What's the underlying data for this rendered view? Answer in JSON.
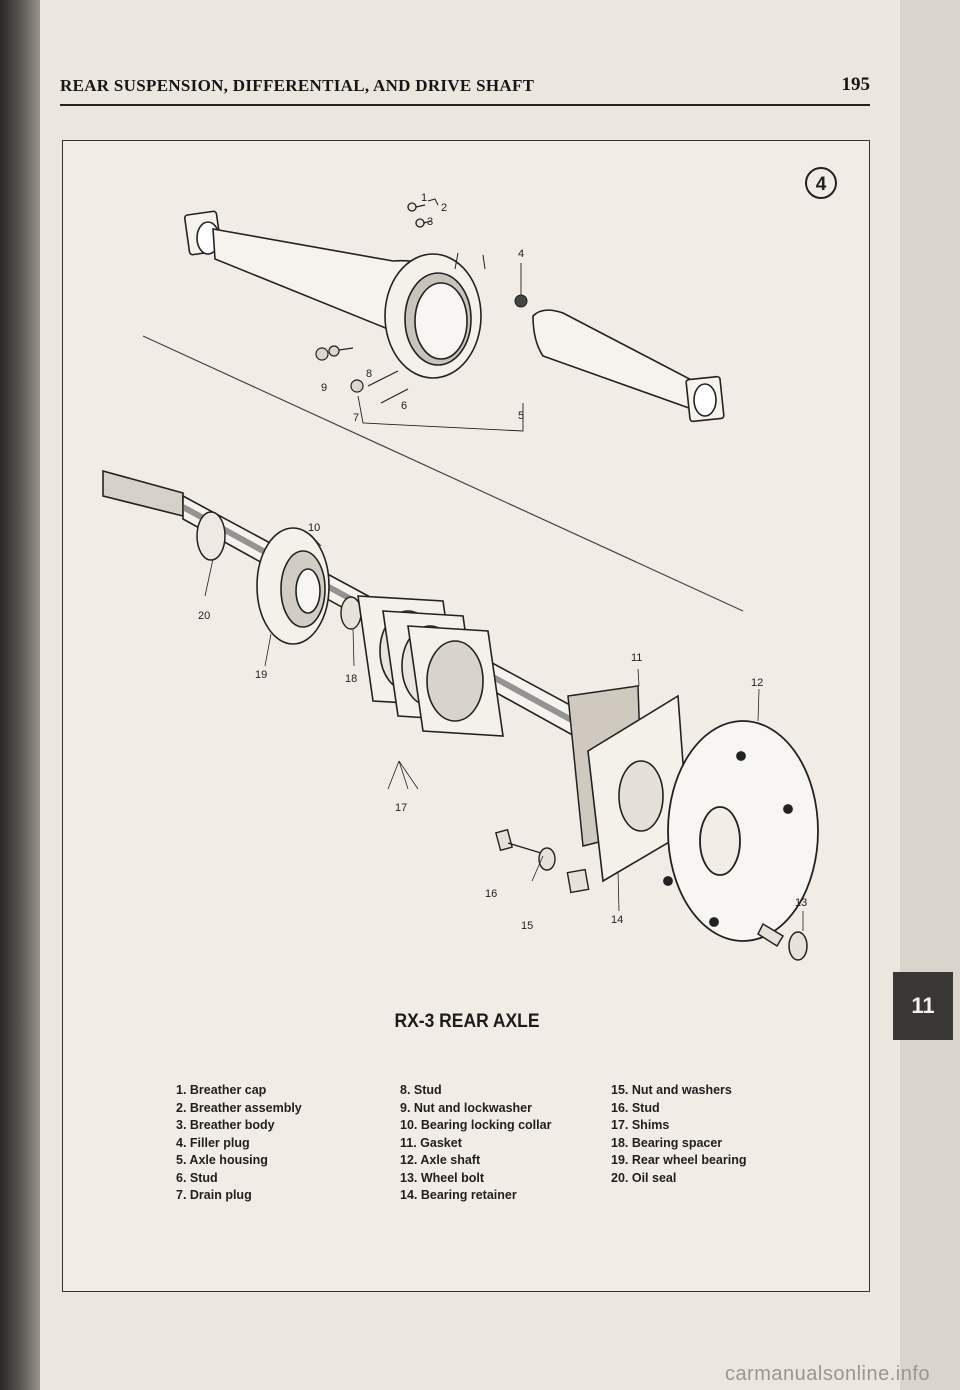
{
  "header": {
    "title": "REAR SUSPENSION, DIFFERENTIAL, AND DRIVE SHAFT",
    "page_number": "195"
  },
  "figure": {
    "badge": "4",
    "title": "RX-3 REAR AXLE",
    "callouts": {
      "c1": "1",
      "c2": "2",
      "c3": "3",
      "c4": "4",
      "c5": "5",
      "c6": "6",
      "c7": "7",
      "c8": "8",
      "c9": "9",
      "c10": "10",
      "c11": "11",
      "c12": "12",
      "c13": "13",
      "c14": "14",
      "c15": "15",
      "c16": "16",
      "c17": "17",
      "c18": "18",
      "c19": "19",
      "c20": "20"
    },
    "legend": {
      "col1": [
        "1. Breather cap",
        "2. Breather assembly",
        "3. Breather body",
        "4. Filler plug",
        "5. Axle housing",
        "6. Stud",
        "7. Drain plug"
      ],
      "col2": [
        "8. Stud",
        "9. Nut and lockwasher",
        "10. Bearing locking collar",
        "11. Gasket",
        "12. Axle shaft",
        "13. Wheel bolt",
        "14. Bearing retainer"
      ],
      "col3": [
        "15. Nut and washers",
        "16. Stud",
        "17. Shims",
        "18. Bearing spacer",
        "19. Rear wheel bearing",
        "20. Oil seal"
      ]
    }
  },
  "side_tab": "11",
  "watermark": "carmanualsonline.info"
}
